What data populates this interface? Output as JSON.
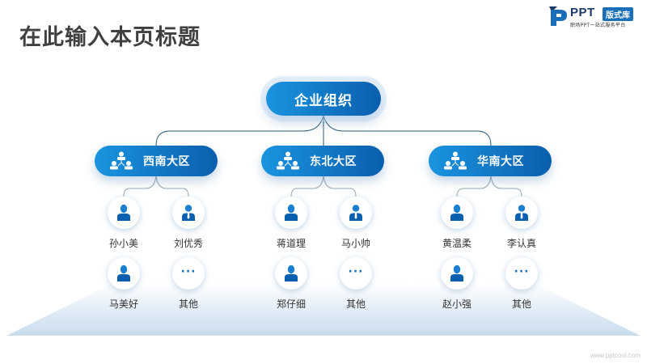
{
  "header": {
    "title": "在此输入本页标题"
  },
  "logo": {
    "brand": "PPT",
    "badge": "版式库",
    "slogan": "职场PPT一站式服务平台"
  },
  "org": {
    "root": {
      "label": "企业组织"
    },
    "regions": [
      {
        "label": "西南大区",
        "icon": "team-icon",
        "members": [
          {
            "name": "孙小美",
            "icon": "person-female-icon"
          },
          {
            "name": "刘优秀",
            "icon": "person-male-tie-icon"
          },
          {
            "name": "马美好",
            "icon": "person-female-icon"
          },
          {
            "name": "其他",
            "icon": "more-icon"
          }
        ]
      },
      {
        "label": "东北大区",
        "icon": "team-icon",
        "members": [
          {
            "name": "蒋道理",
            "icon": "person-female-icon"
          },
          {
            "name": "马小帅",
            "icon": "person-male-tie-icon"
          },
          {
            "name": "郑仔细",
            "icon": "person-female-icon"
          },
          {
            "name": "其他",
            "icon": "more-icon"
          }
        ]
      },
      {
        "label": "华南大区",
        "icon": "team-icon",
        "members": [
          {
            "name": "黄温柔",
            "icon": "person-female-icon"
          },
          {
            "name": "李认真",
            "icon": "person-male-tie-icon"
          },
          {
            "name": "赵小强",
            "icon": "person-female-icon"
          },
          {
            "name": "其他",
            "icon": "more-icon"
          }
        ]
      }
    ],
    "more_symbol": "···"
  },
  "colors": {
    "accent": "#0a6fc2",
    "accent_light": "#1a94e0",
    "line": "#2a5a7a",
    "title": "#404040"
  },
  "watermark": "www.pptcool.com"
}
